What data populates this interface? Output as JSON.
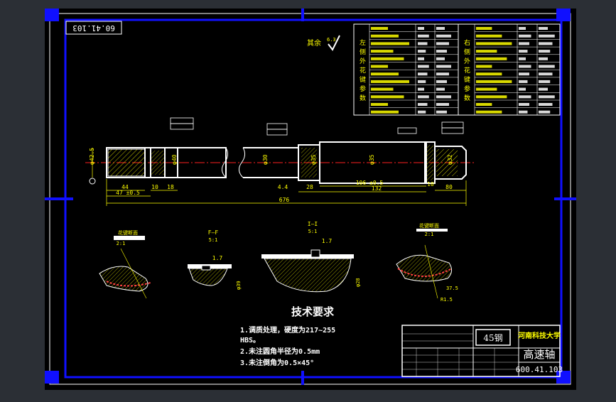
{
  "drawing": {
    "number": "600.41.103",
    "number_mirrored": "60.41.103",
    "surface_note": "其余",
    "surface_value": "6.3"
  },
  "tables": {
    "left_title": "左侧外花键参数",
    "right_title": "右侧外花键参数",
    "left_values": [
      "z",
      "m",
      "α",
      "",
      "Dα",
      "d",
      "",
      "",
      "",
      "",
      "",
      ""
    ],
    "left_values2": [
      "",
      "2.5",
      "",
      "",
      "",
      "",
      "",
      "",
      "",
      "",
      "",
      ""
    ]
  },
  "sections": {
    "s1_label": "花键断面",
    "s1_scale": "2:1",
    "s2_label": "F—F",
    "s2_scale": "5:1",
    "s3_label": "I—I",
    "s3_scale": "5:1",
    "s4_label": "花键断面",
    "s4_scale": "2:1",
    "dim_s2": "1.7",
    "dim_s3": "1.7",
    "dia_s2": "φ39",
    "dia_s3": "φ28",
    "ang_s4": "37.5",
    "rad_s4": "R1.5"
  },
  "dims": {
    "total_length": "676",
    "d1": "44",
    "d2": "47 ±0.5",
    "d3": "10",
    "d4": "18",
    "d5": "106 ±0.5",
    "d6": "132",
    "d7": "28",
    "d8": "4.4",
    "d9": "10",
    "d10": "80",
    "dia1": "φ42.5",
    "dia2": "φ30",
    "dia3": "φ35",
    "dia4": "φ40",
    "dia5": "φ35",
    "dia6": "φ32"
  },
  "notes": {
    "title": "技术要求",
    "line1": "1.调质处理，硬度为217~255",
    "line1b": "HBS。",
    "line2": "2.未注圆角半径为0.5mm",
    "line3": "3.未注倒角为0.5×45°"
  },
  "title_block": {
    "material": "45钢",
    "university": "河南科技大学",
    "part_name": "高速轴",
    "part_number": "600.41.103"
  }
}
